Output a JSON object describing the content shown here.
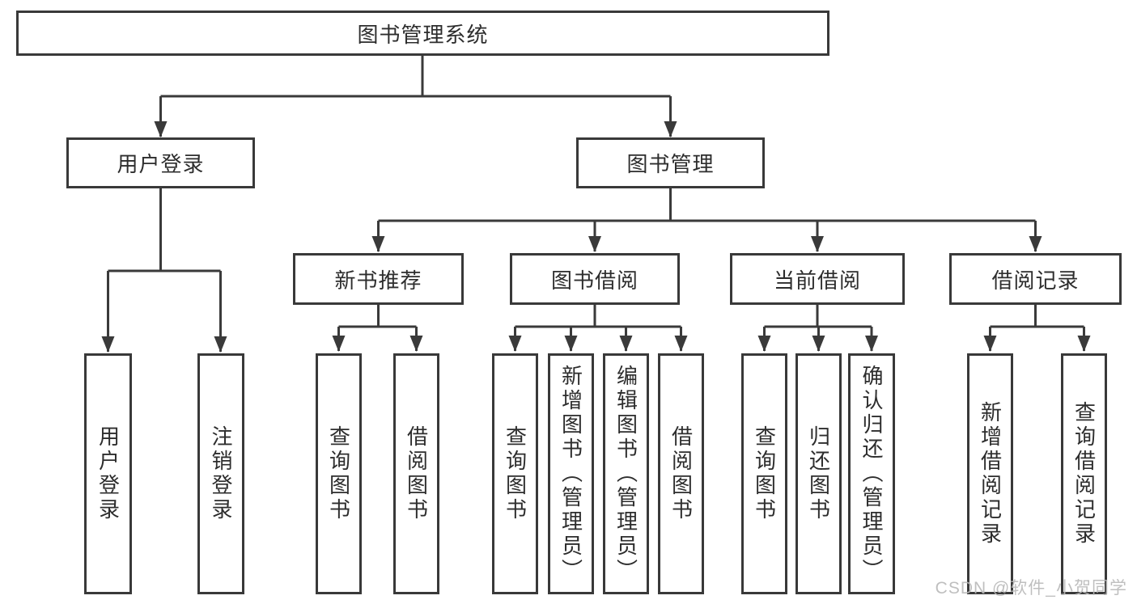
{
  "diagram": {
    "root": {
      "label": "图书管理系统"
    },
    "level2": [
      {
        "label": "用户登录"
      },
      {
        "label": "图书管理"
      }
    ],
    "level3": [
      {
        "label": "新书推荐"
      },
      {
        "label": "图书借阅"
      },
      {
        "label": "当前借阅"
      },
      {
        "label": "借阅记录"
      }
    ],
    "leaves": [
      {
        "label": "用户登录"
      },
      {
        "label": "注销登录"
      },
      {
        "label": "查询图书"
      },
      {
        "label": "借阅图书"
      },
      {
        "label": "查询图书"
      },
      {
        "label": "新增图书（管理员）"
      },
      {
        "label": "编辑图书（管理员）"
      },
      {
        "label": "借阅图书"
      },
      {
        "label": "查询图书"
      },
      {
        "label": "归还图书"
      },
      {
        "label": "确认归还（管理员）"
      },
      {
        "label": "新增借阅记录"
      },
      {
        "label": "查询借阅记录"
      }
    ]
  },
  "watermark": {
    "text": "CSDN @软件_小贺同学"
  },
  "colors": {
    "line": "#3a3a3a",
    "border": "#393939",
    "text": "#2d2d2d",
    "watermark": "#b9b9b9",
    "background": "#ffffff"
  }
}
